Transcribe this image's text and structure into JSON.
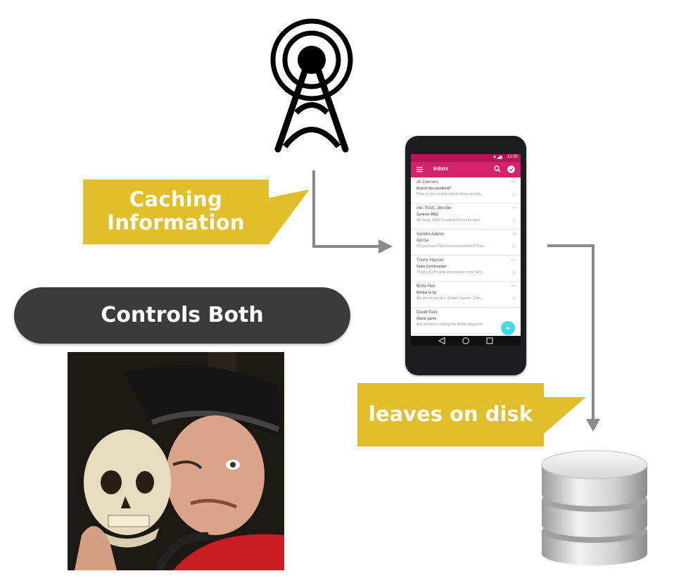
{
  "labels": {
    "caching": "Caching\nInformation",
    "controls": "Controls Both",
    "disk": "leaves on disk"
  },
  "phone": {
    "time": "12:30",
    "app_title": "Inbox",
    "fab": "+",
    "emails": [
      {
        "sender": "Ali Connors",
        "subject": "Brunch this weekend?",
        "preview": "I'll be in your neighborhood doing errands",
        "time": "15m"
      },
      {
        "sender": "me, Scott, Jennifer",
        "subject": "Summer BBQ",
        "preview": "Aw dang. Wish I could but I'm outta town",
        "time": "2h"
      },
      {
        "sender": "Sandra Adams",
        "subject": "Oui Oui",
        "preview": "Do you have Paris recommendations? Hav...",
        "time": "6h"
      },
      {
        "sender": "Trevor Hansen",
        "subject": "Order Confirmation",
        "preview": "Thank you for your recent order from Stev...",
        "time": "12h"
      },
      {
        "sender": "Britta Holt",
        "subject": "Recipe to try",
        "preview": "We should eat this: Grated Squash, Corn...",
        "time": "18h"
      },
      {
        "sender": "David Park",
        "subject": "Giants game",
        "preview": "Any interest in seeing the Knicks play next",
        "time": ""
      }
    ]
  },
  "colors": {
    "banner": "#e1bf2b",
    "pill": "#3b3b3b",
    "arrow": "#8a8a8a",
    "app_bar": "#d3226c",
    "status_bar": "#b3175a"
  },
  "icons": [
    "radio-tower-icon",
    "database-icon",
    "menu-icon",
    "search-icon",
    "check-icon",
    "back-icon",
    "home-icon",
    "recents-icon",
    "star-icon"
  ]
}
